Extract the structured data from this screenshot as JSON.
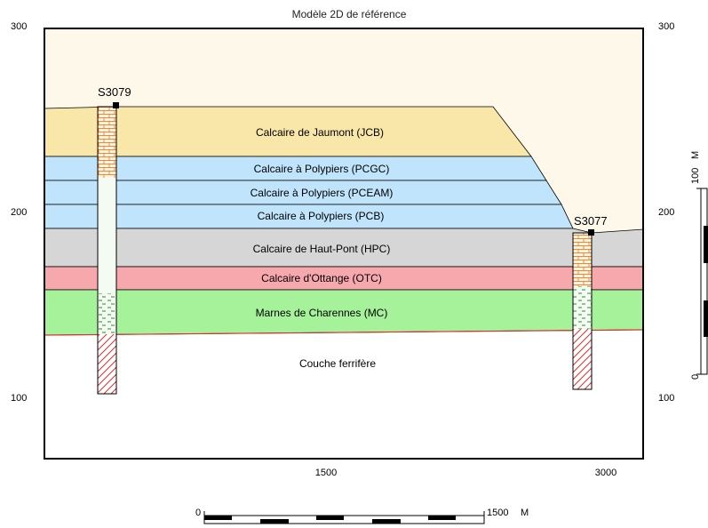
{
  "title": "Modèle 2D de référence",
  "elevation_labels": {
    "left_top": "300",
    "left_mid": "200",
    "left_bottom": "100",
    "right_top": "300",
    "right_mid": "200",
    "right_bottom": "100"
  },
  "distance_labels": {
    "mid": "1500",
    "right": "3000"
  },
  "boreholes": {
    "left": "S3079",
    "right": "S3077"
  },
  "layers": {
    "jcb": "Calcaire de Jaumont (JCB)",
    "pcgc": "Calcaire à Polypiers (PCGC)",
    "pceam": "Calcaire à Polypiers (PCEAM)",
    "pcb": "Calcaire à Polypiers (PCB)",
    "hpc": "Calcaire de Haut-Pont (HPC)",
    "otc": "Calcaire d'Ottange (OTC)",
    "mc": "Marnes de Charennes (MC)",
    "ferr": "Couche ferrifère"
  },
  "colors": {
    "sky": "#fdf8ea",
    "jcb": "#f8e7a9",
    "polypiers": "#bfe4fb",
    "hpc": "#d6d6d6",
    "otc": "#f7a8ad",
    "mc": "#a5f29b",
    "ferr": "#ffffff",
    "log_brick": "#f08a2a",
    "log_marl": "#2e8b2e",
    "log_hatch": "#d93030"
  },
  "horizontal_scale": {
    "start": "0",
    "end": "1500",
    "unit": "M"
  },
  "vertical_scale": {
    "start": "0",
    "end": "100",
    "unit": "M"
  }
}
